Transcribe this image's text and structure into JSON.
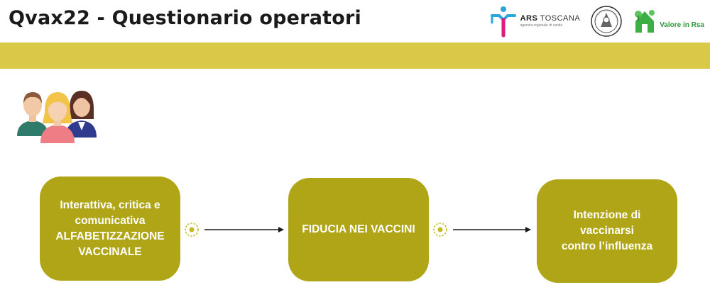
{
  "header": {
    "title": "Qvax22 - Questionario operatori",
    "logos": {
      "ars_name_bold": "ARS",
      "ars_name_rest": " TOSCANA",
      "ars_subtitle": "agenzia regionale di sanità",
      "valore_label": "Valore in Rsa"
    }
  },
  "colors": {
    "band": "#d9c946",
    "box_fill": "#b0a516",
    "box_text": "#ffffff",
    "connector": "#b0a516",
    "arrow": "#1a1a1a"
  },
  "diagram": {
    "boxes": [
      {
        "lines": [
          "Interattiva, critica e",
          "comunicativa",
          "ALFABETIZZAZIONE",
          "VACCINALE"
        ]
      },
      {
        "lines": [
          "FIDUCIA NEI VACCINI"
        ]
      },
      {
        "lines": [
          "Intenzione di",
          "vaccinarsi",
          "contro l’influenza"
        ]
      }
    ],
    "arrows": [
      {
        "from": 0,
        "to": 1
      },
      {
        "from": 1,
        "to": 2
      }
    ]
  },
  "icons": {
    "people": "people-group-icon"
  }
}
